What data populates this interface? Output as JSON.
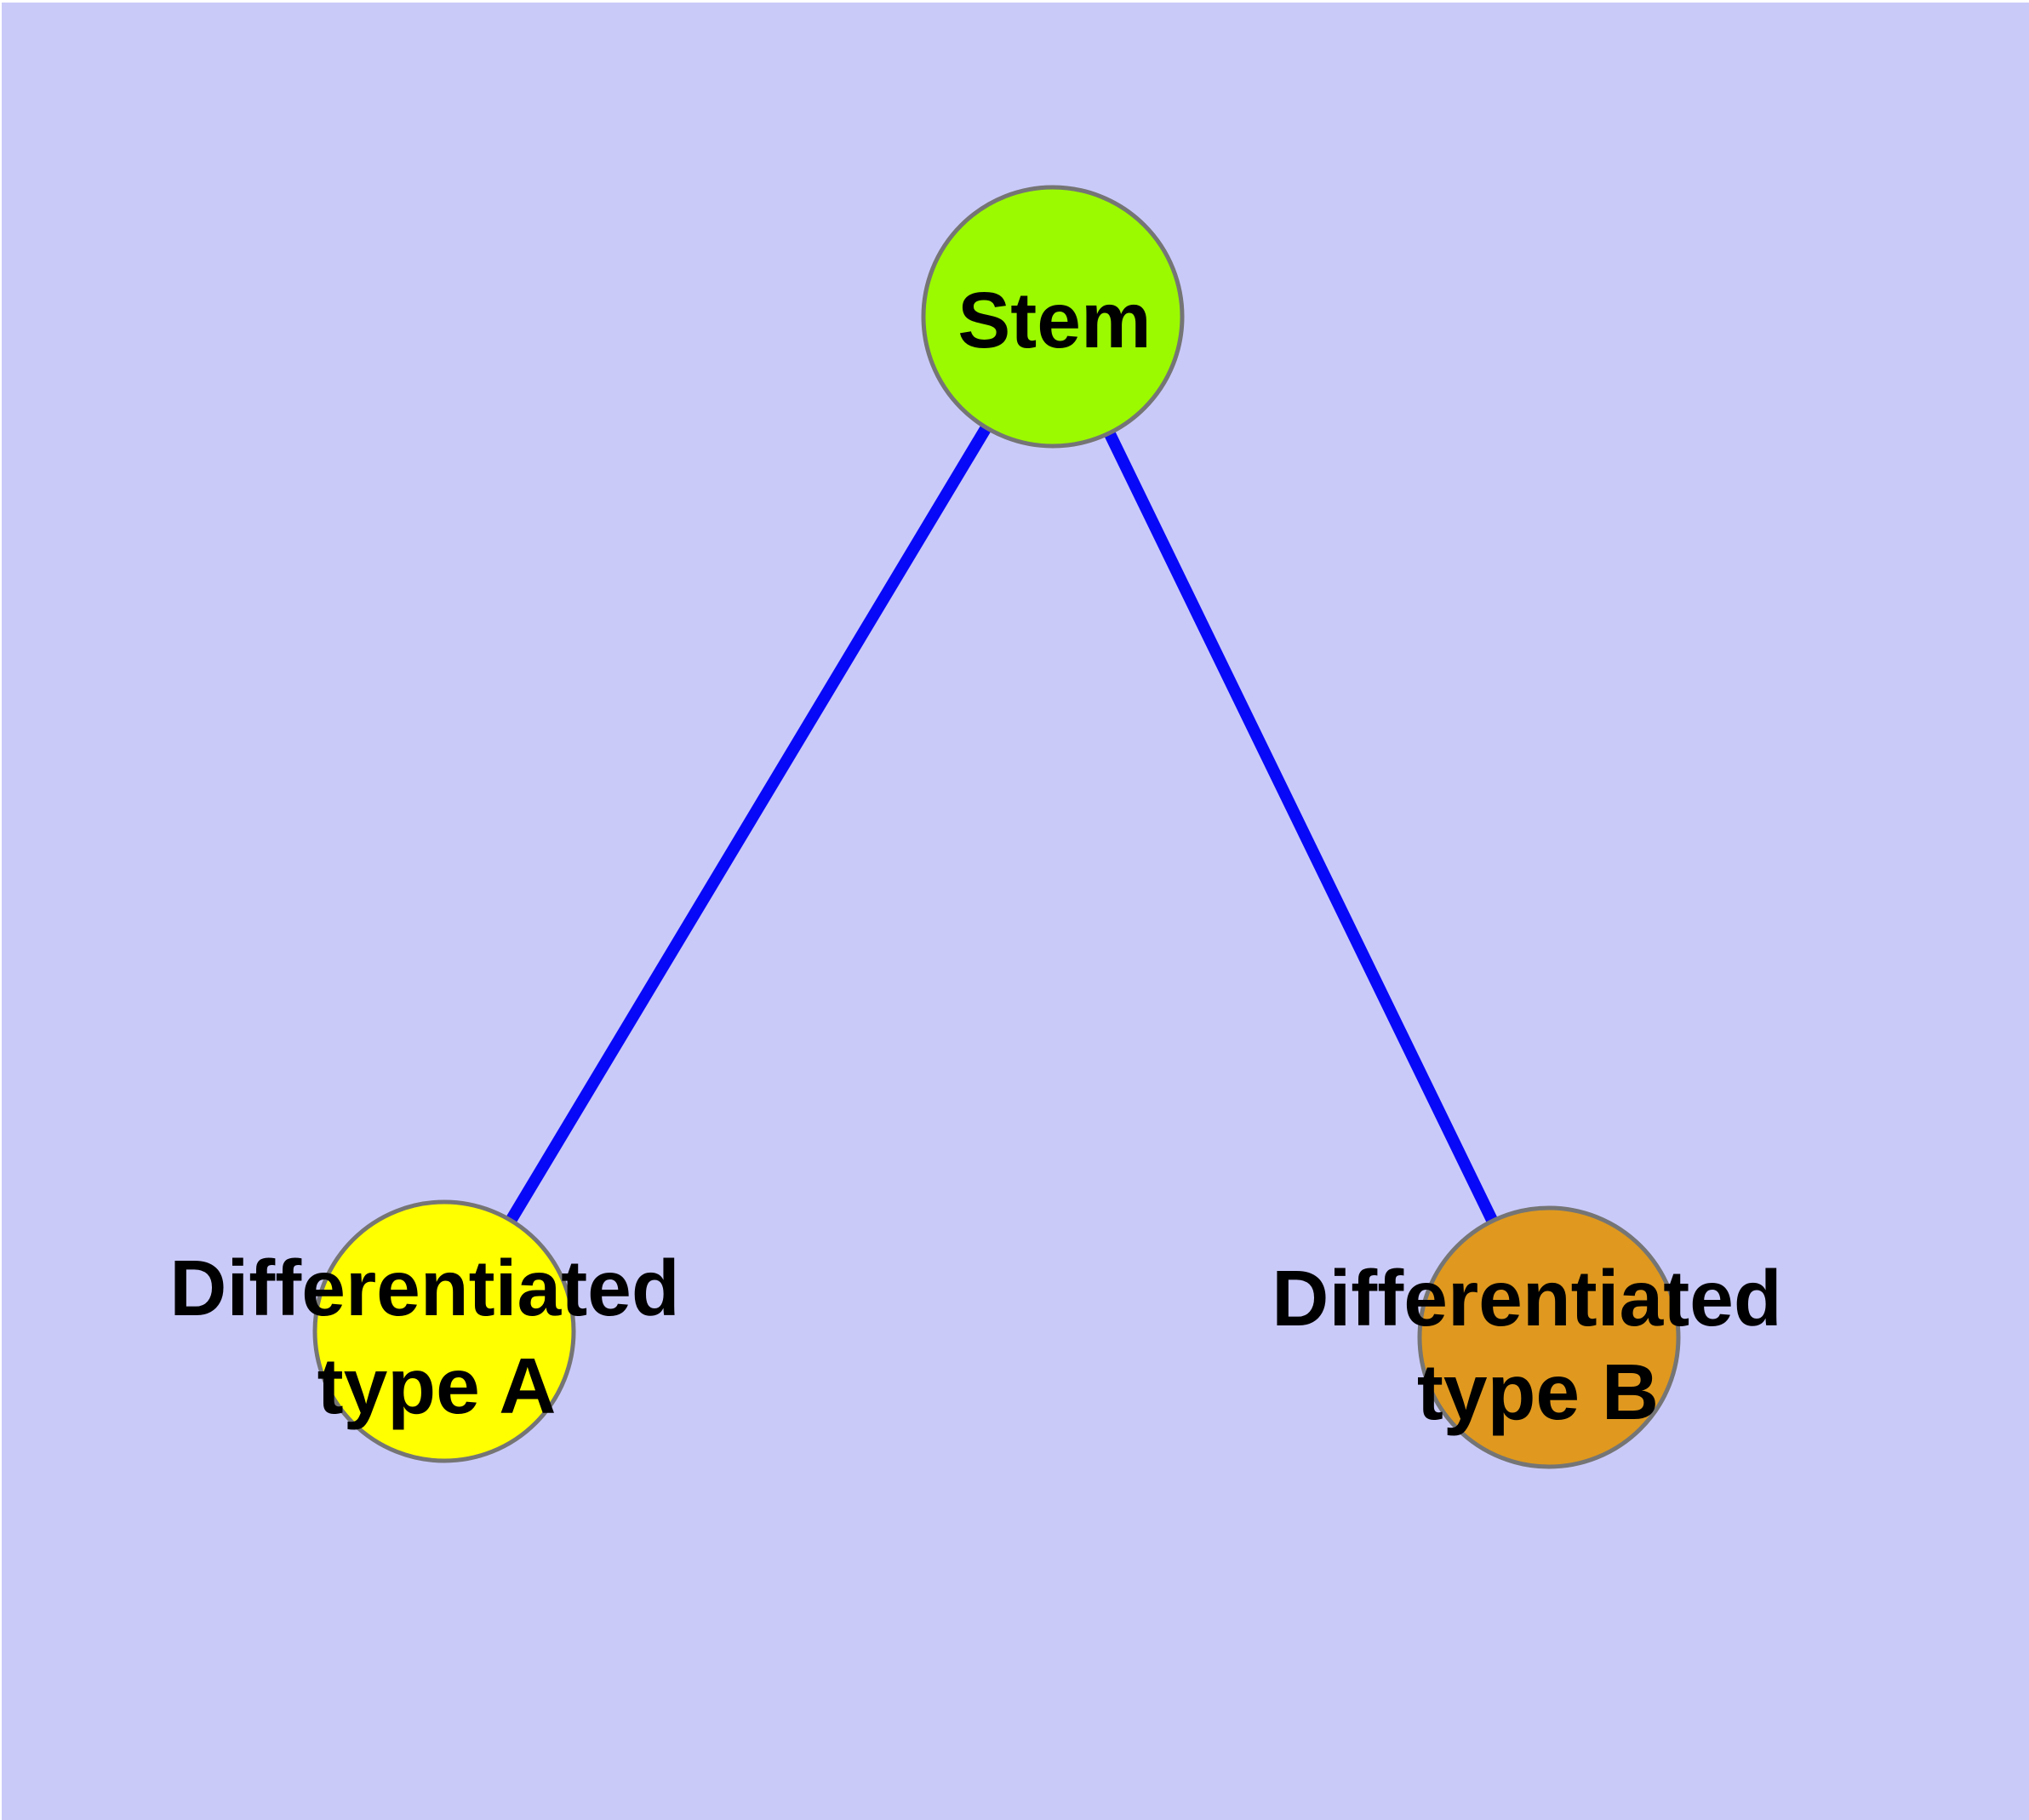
{
  "figure": {
    "description": "Stem cell differentiation diagram: one stem node linked to two differentiated cell-type nodes",
    "background_color": "#CACAF9",
    "page_edge_color": "#FFFFFF",
    "edge_color": "#0808F8",
    "node_border_color": "#757575",
    "text_color": "#000000",
    "nodes": [
      {
        "id": "stem",
        "label": "Stem",
        "fill": "#9BF900"
      },
      {
        "id": "type-a",
        "label_line1": "Differentiated",
        "label_line2": "type A",
        "fill": "#FFFF00"
      },
      {
        "id": "type-b",
        "label_line1": "Differentiated",
        "label_line2": "type B",
        "fill": "#E0991E"
      }
    ],
    "edges": [
      {
        "from": "Stem",
        "to": "Differentiated type A"
      },
      {
        "from": "Stem",
        "to": "Differentiated type B"
      }
    ]
  }
}
